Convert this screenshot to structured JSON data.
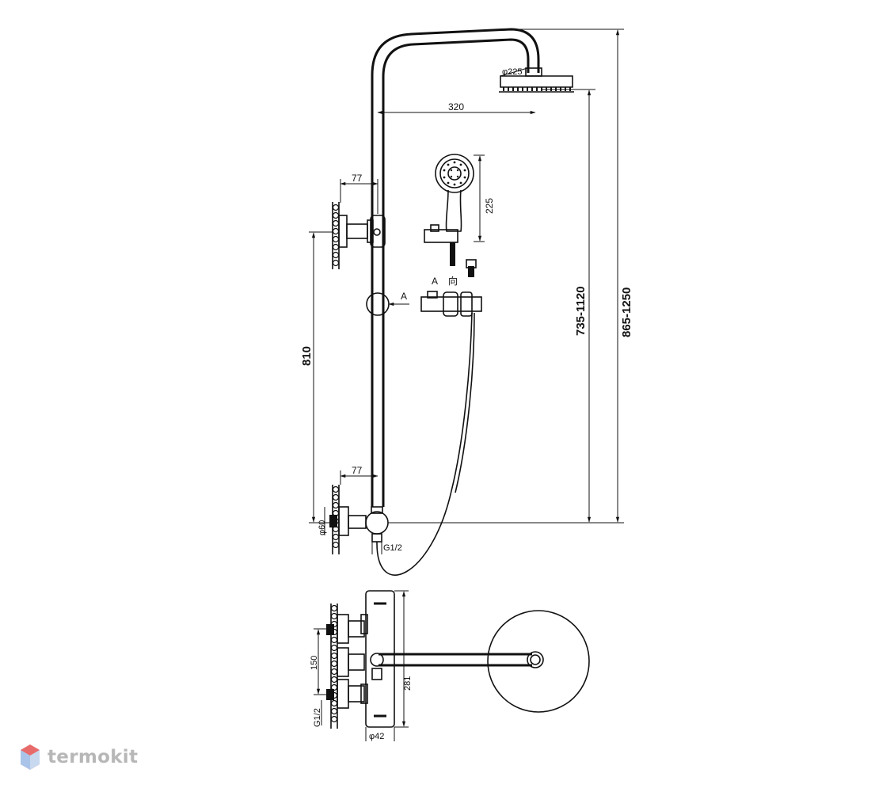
{
  "dimensions": {
    "head_diameter": "φ225",
    "arm_length": "320",
    "handshower_length": "225",
    "offset_top": "77",
    "offset_bottom": "77",
    "rail_height": "810",
    "head_height_range": "735-1120",
    "total_height_range": "865-1250",
    "wall_flange": "φ60",
    "thread_front": "G1/2",
    "center_distance": "150",
    "mixer_height": "281",
    "thread_side": "G1/2",
    "mixer_diameter": "φ42"
  },
  "view_label": {
    "letter": "A",
    "direction": "向"
  },
  "brand": {
    "name": "termokit",
    "logo": "hexagon-logo-icon"
  }
}
